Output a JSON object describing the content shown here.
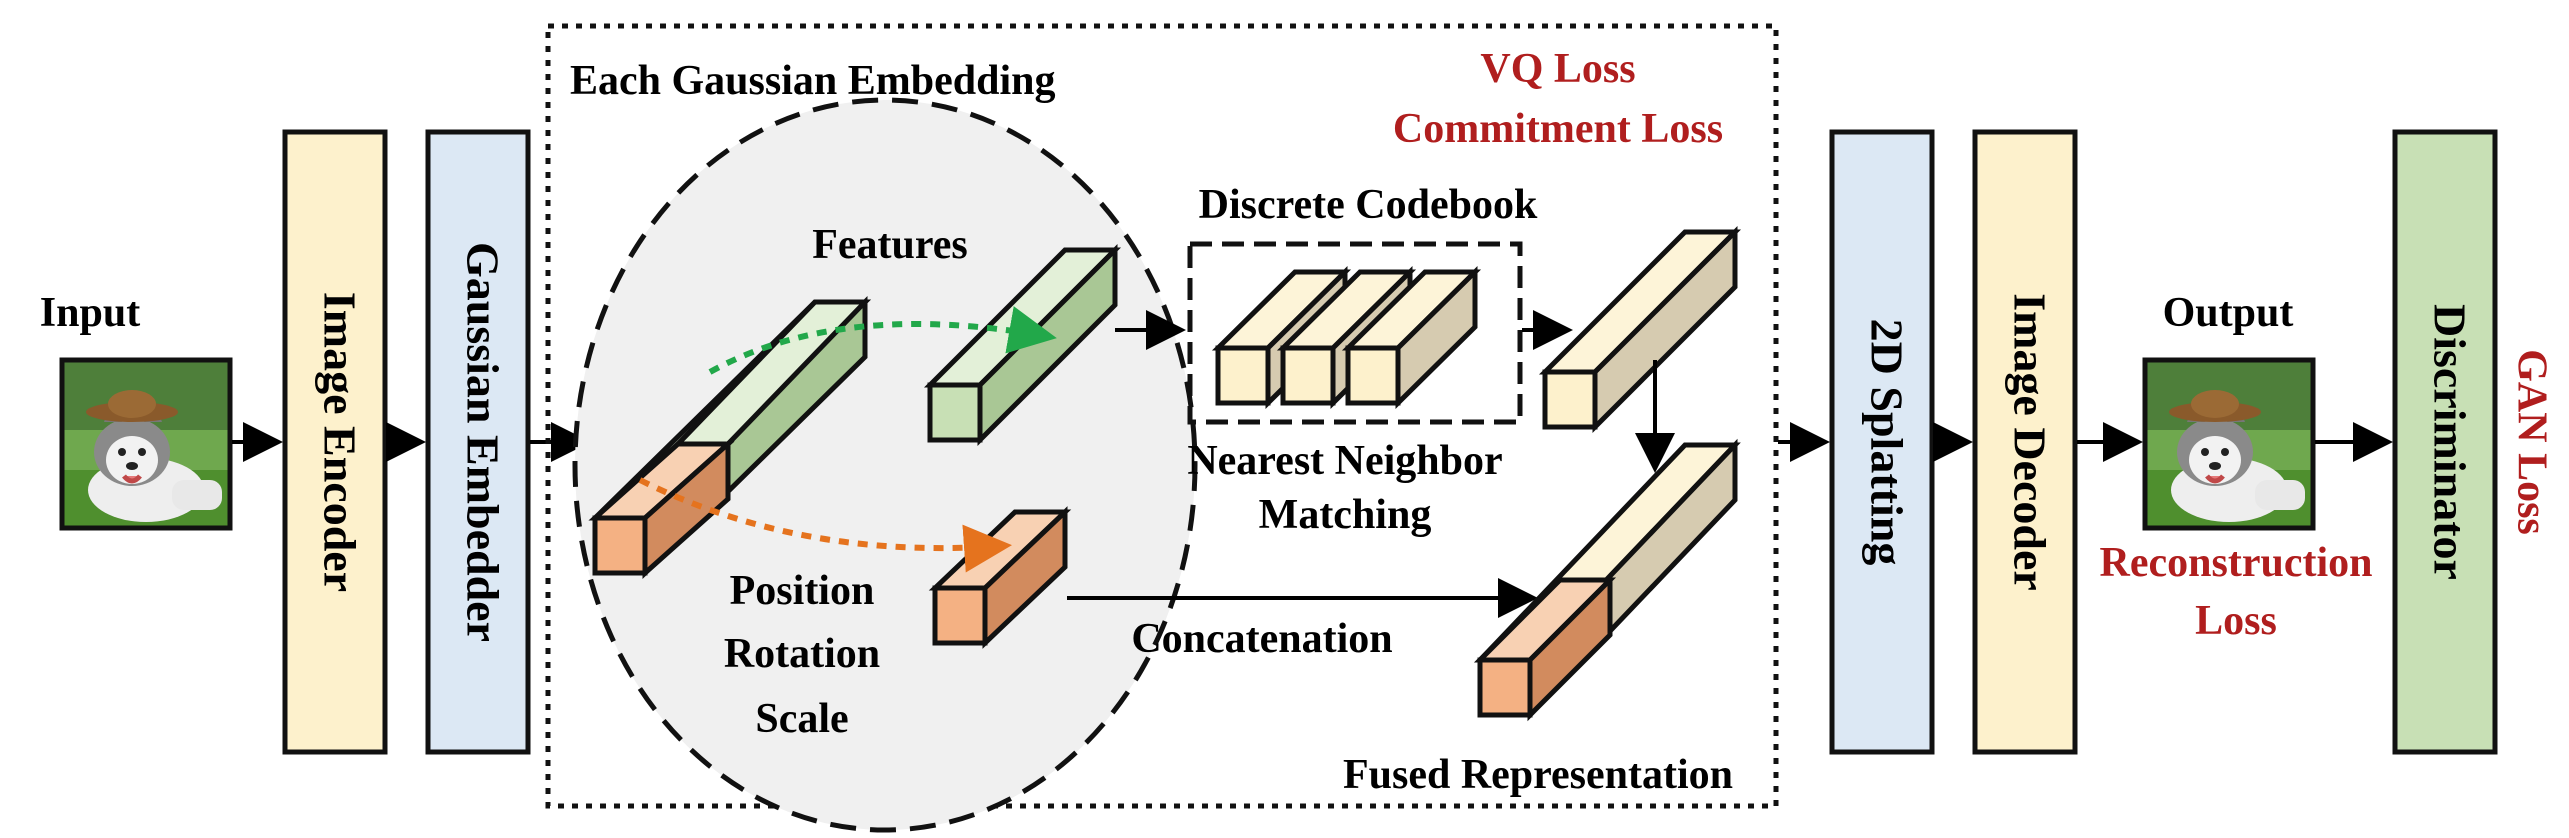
{
  "input_label": "Input",
  "output_label": "Output",
  "blocks": {
    "image_encoder": "Image Encoder",
    "gaussian_embedder": "Gaussian Embedder",
    "splatting": "2D Splatting",
    "image_decoder": "Image Decoder",
    "discriminator": "Discriminator"
  },
  "embedding_box": {
    "title": "Each Gaussian Embedding",
    "features": "Features",
    "position": "Position",
    "rotation": "Rotation",
    "scale": "Scale",
    "codebook": "Discrete Codebook",
    "nn_line1": "Nearest Neighbor",
    "nn_line2": "Matching",
    "concatenation": "Concatenation",
    "fused": "Fused Representation"
  },
  "losses": {
    "vq": "VQ Loss",
    "commitment": "Commitment Loss",
    "reconstruction_line1": "Reconstruction",
    "reconstruction_line2": "Loss",
    "gan": "GAN Loss"
  },
  "colors": {
    "encoder": "#fdf1cc",
    "embedder": "#dce8f4",
    "splatting": "#dce8f4",
    "decoder": "#fdf1cc",
    "discriminator": "#c8e0b5",
    "feature_bar": "#c8e0b5",
    "position_bar": "#f4b183",
    "codebook_bar": "#fdf1cc",
    "loss_text": "#b01e1e",
    "green_arrow": "#22a84a",
    "orange_arrow": "#e5731e"
  }
}
